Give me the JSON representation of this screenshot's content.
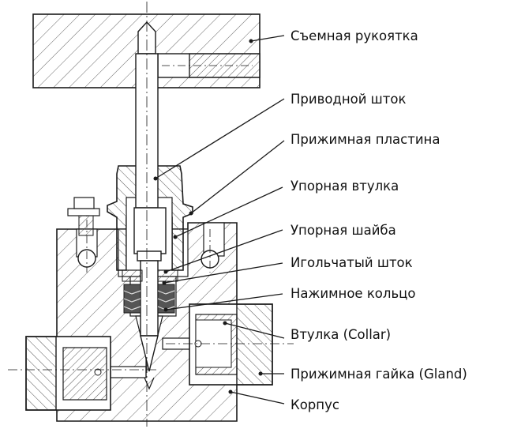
{
  "labels": {
    "handle": "Съемная рукоятка",
    "drive_stem": "Приводной шток",
    "pressure_plate": "Прижимная пластина",
    "thrust_bushing": "Упорная втулка",
    "thrust_washer": "Упорная шайба",
    "needle_stem": "Игольчатый шток",
    "packing_ring": "Нажимное кольцо",
    "collar": "Втулка (Collar)",
    "gland_nut": "Прижимная гайка (Gland)",
    "body": "Корпус"
  },
  "colors": {
    "line": "#1a1a1a",
    "hatch": "#555555",
    "background": "#ffffff",
    "packing": "#555555"
  }
}
